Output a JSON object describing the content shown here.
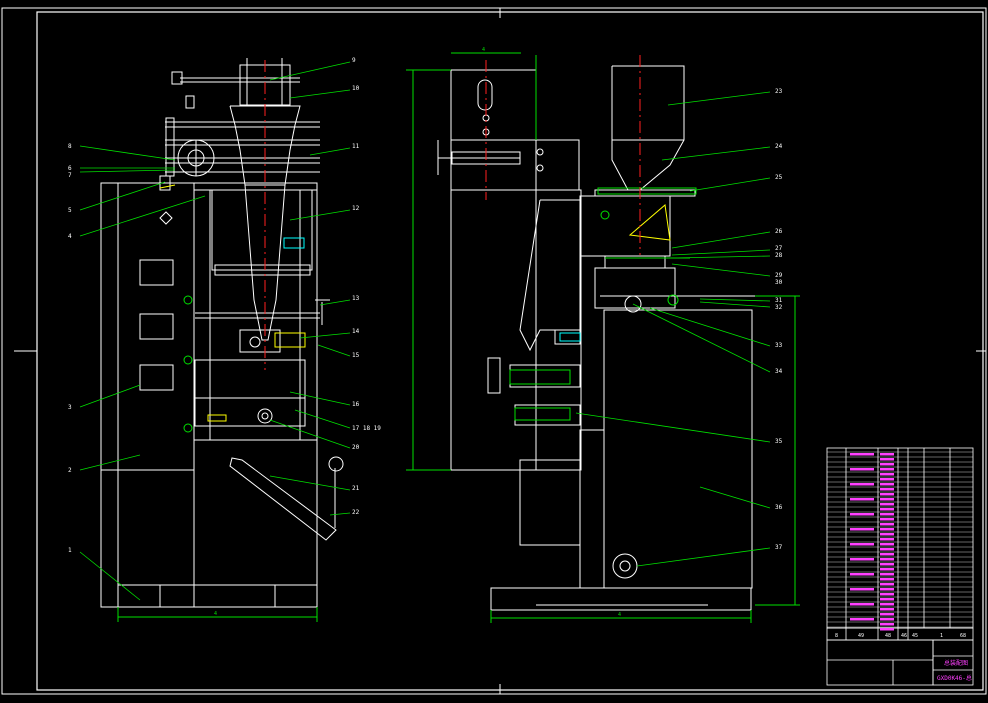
{
  "colors": {
    "background": "#000000",
    "outline": "#FFFFFF",
    "leader": "#00E000",
    "centerline": "#FF2020",
    "magenta": "#FF40FF",
    "yellow": "#FFFF00",
    "cyan": "#00FFFF"
  },
  "left_view": {
    "callouts": [
      "1",
      "2",
      "3",
      "4",
      "5",
      "6",
      "7",
      "8",
      "9",
      "10",
      "11",
      "12",
      "13",
      "14",
      "15",
      "16",
      "17 18 19",
      "20",
      "21",
      "22"
    ],
    "dim_bottom": "4"
  },
  "right_view": {
    "callouts": [
      "23",
      "24",
      "25",
      "26",
      "27",
      "28",
      "29",
      "30",
      "31",
      "32",
      "33",
      "34",
      "35",
      "36",
      "37"
    ],
    "dim_top": "4",
    "dim_bottom": "4"
  },
  "title_block": {
    "header": [
      "8",
      "49",
      "48",
      "46",
      "45"
    ],
    "sheet": "1",
    "scale": "68",
    "drawing_name": "总装配图",
    "drawing_no": "GXD0K46-总"
  }
}
